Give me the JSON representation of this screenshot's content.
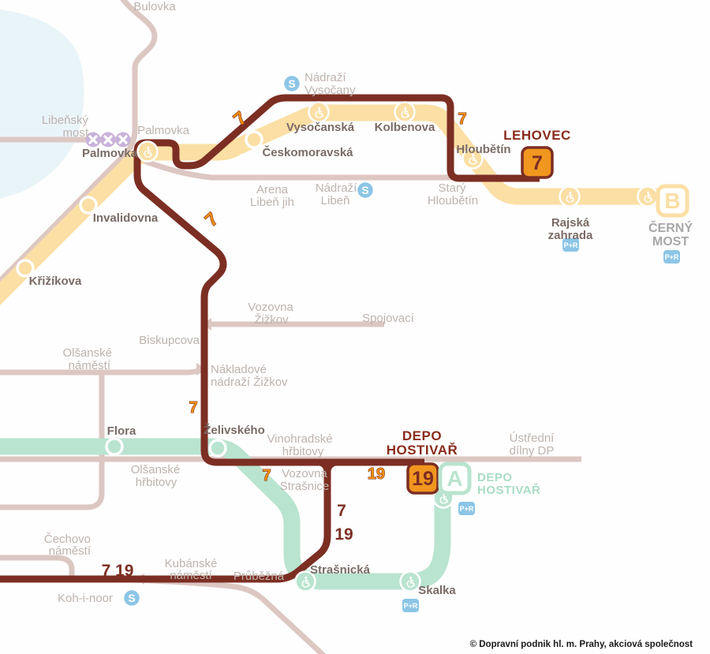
{
  "badges": {
    "lehovec_route": "7",
    "depo_route": "19",
    "metro_a": "A",
    "metro_b": "B",
    "park_and_ride": "P+R",
    "rail": "S"
  },
  "route_numbers": {
    "tram7": "7",
    "tram19": "19",
    "tram7_19": "7 19"
  },
  "termini": {
    "lehovec": "LEHOVEC",
    "depo_hostivar": [
      "DEPO",
      "HOSTIVAŘ"
    ],
    "cerny_most": [
      "ČERNÝ",
      "MOST"
    ],
    "depo_hostivar_metro": [
      "DEPO",
      "HOSTIVAŘ"
    ]
  },
  "stations": {
    "bulovka": "Bulovka",
    "libensky_most": [
      "Libeňský",
      "most"
    ],
    "palmovka_other": "Palmovka",
    "palmovka": "Palmovka",
    "invalidovna": "Invalidovna",
    "krizikova": "Křižíkova",
    "nadrazi_vysocany": [
      "Nádraží",
      "Vysočany"
    ],
    "vysocanska": "Vysočanská",
    "ceskomoravska": "Českomoravská",
    "kolbenova": "Kolbenova",
    "hloubetin": "Hloubětín",
    "arena_liben_jih": [
      "Arena",
      "Libeň jih"
    ],
    "nadrazi_liben": [
      "Nádraží",
      "Libeň"
    ],
    "stary_hloubetin": [
      "Starý",
      "Hloubětín"
    ],
    "rajska_zahrada": [
      "Rajská",
      "zahrada"
    ],
    "vozovna_zizkov": [
      "Vozovna",
      "Žižkov"
    ],
    "spojovaci": "Spojovací",
    "biskupcova": "Biskupcova",
    "nakladove_nadrazi_zizkov": [
      "Nákladové",
      "nádraží Žižkov"
    ],
    "olsanske_namesti": [
      "Olšanské",
      "náměstí"
    ],
    "flora": "Flora",
    "zelivskeho": "Želivského",
    "vinohradske_hrbitovy": [
      "Vinohradské",
      "hřbitovy"
    ],
    "olsanske_hrbitovy": [
      "Olšanské",
      "hřbitovy"
    ],
    "vozovna_strasnice": [
      "Vozovna",
      "Strašnice"
    ],
    "ustredni_dilny_dp": [
      "Ústřední",
      "dílny DP"
    ],
    "cechovo_namesti": [
      "Čechovo",
      "náměstí"
    ],
    "kubanske_namesti": [
      "Kubánské",
      "náměstí"
    ],
    "prubezna": "Průběžná",
    "koh_i_noor": "Koh-i-noor",
    "strasnicka": "Strašnická",
    "skalka": "Skalka"
  },
  "colors": {
    "tram_highlight_maroon": "#7c2e23",
    "route_number_orange": "#ef8f11",
    "metro_b_yellow": "#fbdfa4",
    "metro_a_green": "#b9e4cf",
    "other_tram_pink": "#dcc7c2",
    "closed_station_lilac": "#c8b2da",
    "rail_s_blue": "#8cc5e6",
    "park_ride_blue": "#8cc5e6",
    "station_label_dark": "#7a6b65",
    "station_label_light": "#beb3ae",
    "terminus_grey": "#a7a7a9",
    "water_blue": "#e9f4f9"
  },
  "copyright": "© Dopravní podnik hl. m. Prahy, akciová společnost"
}
